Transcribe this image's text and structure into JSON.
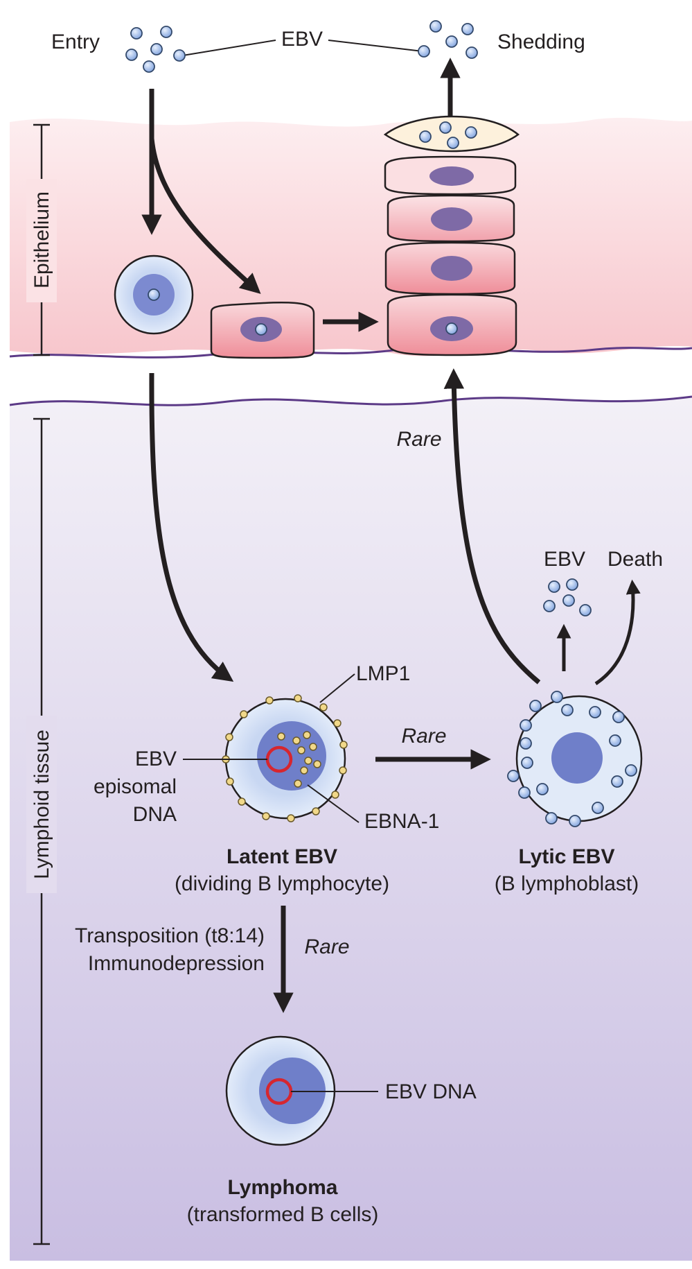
{
  "labels": {
    "entry": "Entry",
    "ebv_top": "EBV",
    "shedding": "Shedding",
    "epithelium": "Epithelium",
    "lymphoid_tissue": "Lymphoid tissue",
    "rare_up": "Rare",
    "ebv_lytic": "EBV",
    "death": "Death",
    "lmp1": "LMP1",
    "rare_mid": "Rare",
    "ebv_episomal_1": "EBV",
    "ebv_episomal_2": "episomal",
    "ebv_episomal_3": "DNA",
    "ebna1": "EBNA-1",
    "latent_title": "Latent EBV",
    "latent_sub": "(dividing B lymphocyte)",
    "lytic_title": "Lytic EBV",
    "lytic_sub": "(B lymphoblast)",
    "transposition": "Transposition (t8:14)",
    "immunodepression": "Immunodepression",
    "rare_down": "Rare",
    "ebv_dna": "EBV DNA",
    "lymphoma_title": "Lymphoma",
    "lymphoma_sub": "(transformed B cells)"
  },
  "colors": {
    "epithelium_top": "#fde8ea",
    "epithelium_bottom": "#f7c3c9",
    "lymphoid_top": "#f1edf6",
    "lymphoid_bottom": "#cbc0e2",
    "membrane": "#5c3a87",
    "cell_outer": "#dde8f8",
    "nucleus": "#7684cc",
    "virion": "#a9c2ec",
    "red_ring": "#d6262f",
    "lmp1_dot": "#f1d889",
    "keratin_cell": "#fdf1dc"
  }
}
